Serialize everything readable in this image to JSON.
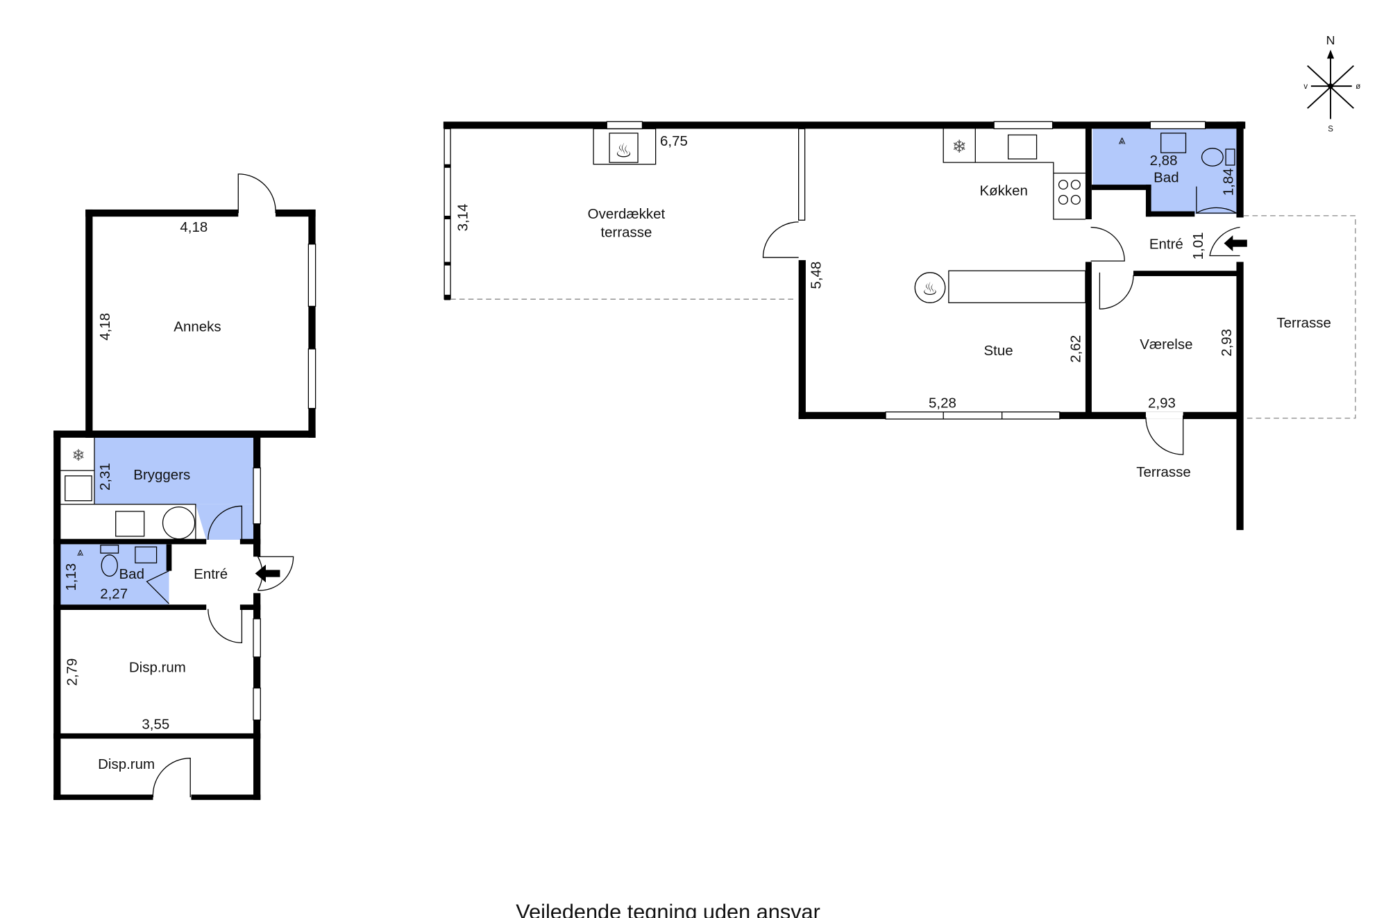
{
  "rooms": {
    "overdaekket_1": "Overdækket",
    "overdaekket_2": "terrasse",
    "koekken": "Køkken",
    "bad_main": "Bad",
    "entre_main": "Entré",
    "stue": "Stue",
    "vaerelse": "Værelse",
    "terrasse_east": "Terrasse",
    "terrasse_south": "Terrasse",
    "anneks": "Anneks",
    "bryggers": "Bryggers",
    "bad_annex": "Bad",
    "entre_annex": "Entré",
    "disprum_1": "Disp.rum",
    "disprum_2": "Disp.rum"
  },
  "dimensions": {
    "terrasse_w": "6,75",
    "terrasse_h": "3,14",
    "stue_h": "5,48",
    "stue_w": "5,28",
    "stue_h2": "2,62",
    "bad_w": "2,88",
    "bad_h": "1,84",
    "entre_h": "1,01",
    "vaerelse_w": "2,93",
    "vaerelse_h": "2,93",
    "anneks_w": "4,18",
    "anneks_h": "4,18",
    "bryggers_h": "2,31",
    "bad_annex_h": "1,13",
    "bad_annex_w": "2,27",
    "disprum_h": "2,79",
    "disprum_w": "3,55"
  },
  "compass": {
    "north": "N",
    "south": "S",
    "west": "v",
    "east": "ø"
  },
  "caption": "Vejledende tegning uden ansvar"
}
